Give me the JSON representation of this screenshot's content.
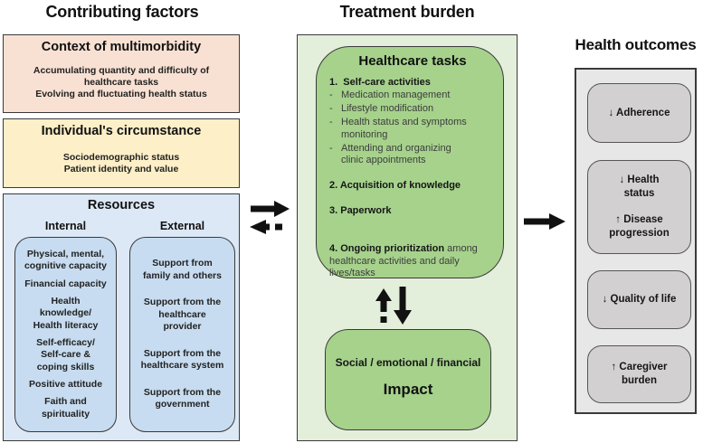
{
  "headers": {
    "left": "Contributing factors",
    "middle": "Treatment burden",
    "right": "Health outcomes"
  },
  "colors": {
    "context_box": "#f8e1d3",
    "circumstance_box": "#fdefc7",
    "resources_box": "#dce8f5",
    "resources_inner_box": "#c7dcf0",
    "burden_outer_box": "#e3efda",
    "burden_inner_box": "#a6d28c",
    "outcomes_outer_box": "#e8e7e7",
    "outcomes_inner_box": "#d2d0d0",
    "arrow": "#111111"
  },
  "context": {
    "heading": "Context of multimorbidity",
    "item1": "Accumulating quantity and difficulty of\nhealthcare tasks",
    "item2": "Evolving and fluctuating health status"
  },
  "circumstance": {
    "heading": "Individual's circumstance",
    "item1": "Sociodemographic status",
    "item2": "Patient identity and value"
  },
  "resources": {
    "heading": "Resources",
    "internal": {
      "heading": "Internal",
      "items": [
        "Physical, mental,\ncognitive capacity",
        "Financial capacity",
        "Health\nknowledge/\nHealth literacy",
        "Self-efficacy/\nSelf-care &\ncoping skills",
        "Positive attitude",
        "Faith and\nspirituality"
      ]
    },
    "external": {
      "heading": "External",
      "items": [
        "Support from\nfamily and others",
        "Support from the\nhealthcare\nprovider",
        "Support from the\nhealthcare system",
        "Support from the\ngovernment"
      ]
    }
  },
  "healthcare_tasks": {
    "heading": "Healthcare tasks",
    "bullet": "-",
    "item1": "1.  Self-care activities",
    "sub_items": [
      "Medication management",
      "Lifestyle modification",
      "Health status and symptoms\nmonitoring",
      "Attending and organizing\nclinic appointments"
    ],
    "item2": "2. Acquisition of knowledge",
    "item3": "3. Paperwork",
    "item4_bold": "4. Ongoing prioritization",
    "item4_rest": " among\nhealthcare activities and daily\nlives/tasks"
  },
  "impact": {
    "subtitle": "Social / emotional / financial",
    "title": "Impact"
  },
  "outcomes": {
    "items": [
      "↓ Adherence",
      "↓ Health\nstatus\n\n↑ Disease\nprogression",
      "↓ Quality of life",
      "↑ Caregiver\nburden"
    ]
  }
}
